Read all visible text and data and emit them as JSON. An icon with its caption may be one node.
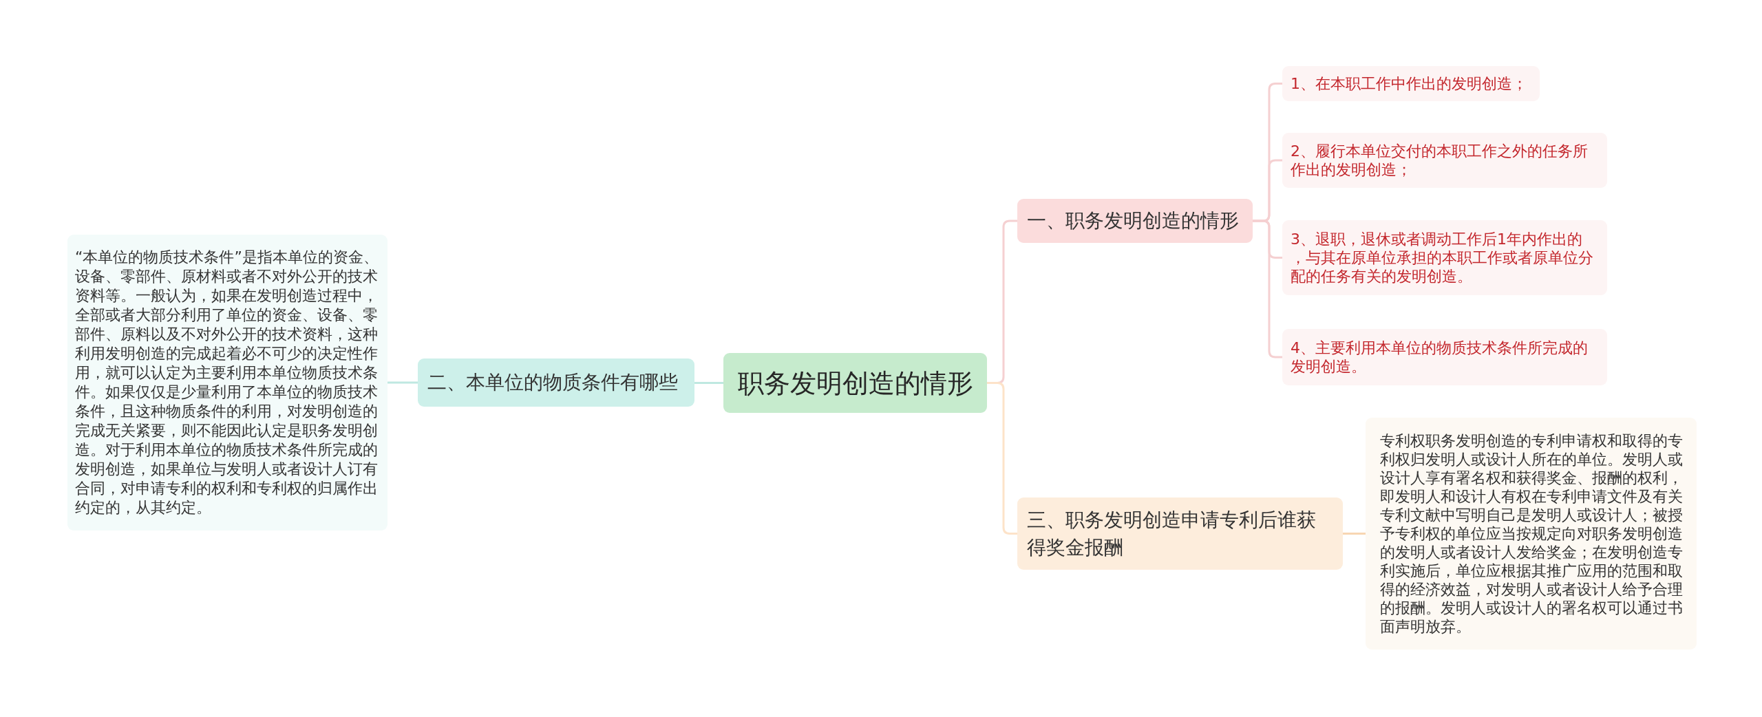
{
  "diagram": {
    "nodes": [
      {
        "text": [
          "职务发明创造的情形"
        ]
      },
      {
        "text": [
          "一、职务发明创造的情形"
        ]
      },
      {
        "text": [
          "1、在本职工作中作出的发明创造；"
        ]
      },
      {
        "text": [
          "2、履行本单位交付的本职工作之外的任务所作出的发明创造；"
        ]
      },
      {
        "text": [
          "3、退职，退休或者调动工作后1年内作出的，与其在原单位承担的本职工作或者原单位分配的任务有关的发明创造。"
        ]
      },
      {
        "text": [
          "4、主要利用本单位的物质技术条件所完成的发明创造。"
        ]
      },
      {
        "text": [
          "二、本单位的物质条件有哪些"
        ]
      },
      {
        "text": [
          "“本单位的物质技术条件”是指本单位的资金、设备、零部件、原材料或者不对外公开的技术资料等。一般认为，如果在发明创造过程中，全部或者大部分利用了单位的资金、设备、零部件、原料以及不对外公开的技术资料，这种利用发明创造的完成起着必不可少的决定性作用，就可以认定为主要利用本单位物质技术条件。如果仅仅是少量利用了本单位的物质技术条件，且这种物质条件的利用，对发明创造的完成无关紧要，则不能因此认定是职务发明创造。对于利用本单位的物质技术条件所完成的发明创造，如果单位与发明人或者设计人订有合同，对申请专利的权利和专利权的归属作出约定的，从其约定。"
        ]
      },
      {
        "text": [
          "三、职务发明创造申请专利后谁获得奖金报酬"
        ]
      },
      {
        "text": [
          "专利权职务发明创造的专利申请权和取得的专利权归发明人或设计人所在的单位。发明人或设计人享有署名权和获得奖金、报酬的权利，即发明人和设计人有权在专利申请文件及有关专利文献中写明自己是发明人或设计人；被授予专利权的单位应当按规定向对职务发明创造的发明人或者设计人发给奖金；在发明创造专利实施后，单位应根据其推广应用的范围和取得的经济效益，对发明人或者设计人给予合理的报酬。发明人或设计人的署名权可以通过书面声明放弃。"
        ]
      }
    ],
    "edges": [
      {
        "from": 0,
        "to": 1,
        "arrow": "none"
      },
      {
        "from": 1,
        "to": 2,
        "arrow": "none"
      },
      {
        "from": 1,
        "to": 3,
        "arrow": "none"
      },
      {
        "from": 1,
        "to": 4,
        "arrow": "none"
      },
      {
        "from": 1,
        "to": 5,
        "arrow": "none"
      },
      {
        "from": 0,
        "to": 6,
        "arrow": "none",
        "color": "#bfe8e1"
      },
      {
        "from": 6,
        "to": 7,
        "arrow": "none",
        "color": "#bfe8e1"
      },
      {
        "from": 0,
        "to": 8,
        "arrow": "none",
        "color": "#fde3c9"
      },
      {
        "from": 8,
        "to": 9,
        "arrow": "none",
        "color": "#f8d6b2"
      }
    ]
  }
}
